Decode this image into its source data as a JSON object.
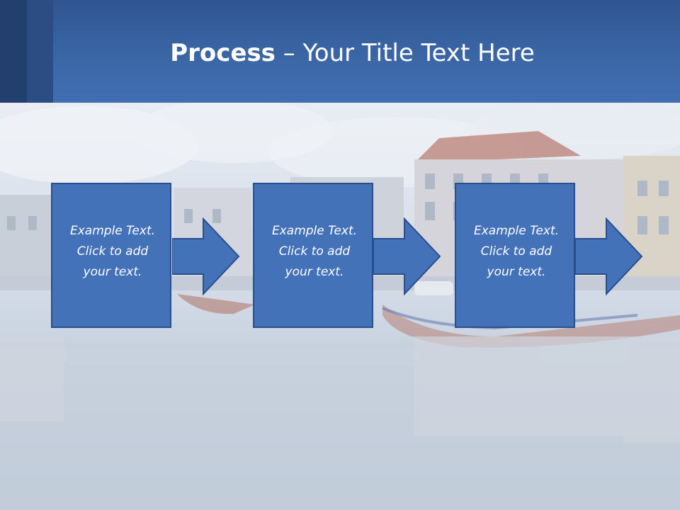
{
  "title": {
    "bold": "Process",
    "rest": " – Your Title Text Here"
  },
  "steps": [
    {
      "lines": [
        "Example Text.",
        "Click  to add",
        "your text."
      ]
    },
    {
      "lines": [
        "Example Text.",
        "Click  to add",
        "your text."
      ]
    },
    {
      "lines": [
        "Example Text.",
        "Click  to add",
        "your text."
      ]
    }
  ],
  "colors": {
    "header": "#3b66a6",
    "card": "#4472b8",
    "card_border": "#2a4f8c"
  }
}
